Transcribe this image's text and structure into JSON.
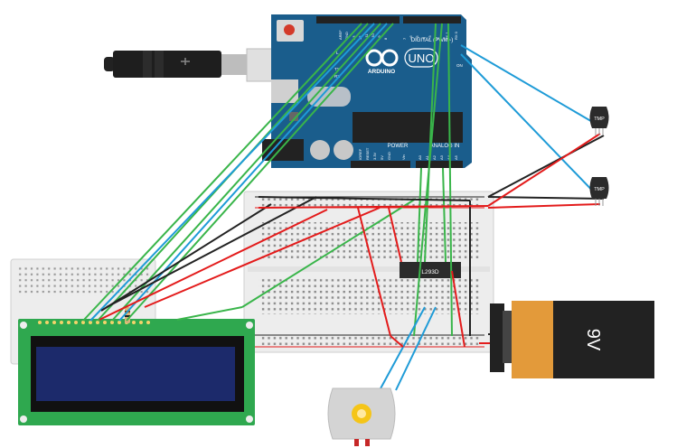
{
  "arduino": {
    "brand": "ARDUINO",
    "model": "UNO",
    "digital_label": "DIGITAL (PWM~)",
    "power_label": "POWER",
    "analog_label": "ANALOG IN",
    "on_label": "ON",
    "tx_label": "TX",
    "rx_label": "RX",
    "l_label": "L",
    "aref_label": "AREF",
    "gnd_label": "GND",
    "ioref_label": "IOREF",
    "reset_label": "RESET",
    "v33_label": "3.3V",
    "v5_label": "5V",
    "vin_label": "Vin",
    "a0": "A0",
    "a1": "A1",
    "a2": "A2",
    "a3": "A3",
    "a4": "A4",
    "a5": "A5",
    "pin13": "13",
    "pin12": "12",
    "pin11": "~11",
    "pin10": "~10",
    "pin9": "~9",
    "pin8": "8",
    "pin7": "7",
    "pin6": "~6",
    "pin5": "~5",
    "pin4": "4",
    "pin3": "~3",
    "pin2": "2",
    "pin1": "TX 1",
    "pin0": "RX 0"
  },
  "chip": {
    "label": "L293D"
  },
  "sensor1": {
    "label": "TMP"
  },
  "sensor2": {
    "label": "TMP"
  },
  "battery": {
    "label": "9V"
  },
  "colors": {
    "board": "#1a5d8c",
    "wire_red": "#e31b1b",
    "wire_black": "#222222",
    "wire_green": "#39b54a",
    "wire_blue": "#1e9bd7",
    "lcd_pcb": "#2fa84f",
    "lcd_screen": "#1c2a6b",
    "battery_body": "#e39a3a",
    "battery_cap": "#222222"
  }
}
